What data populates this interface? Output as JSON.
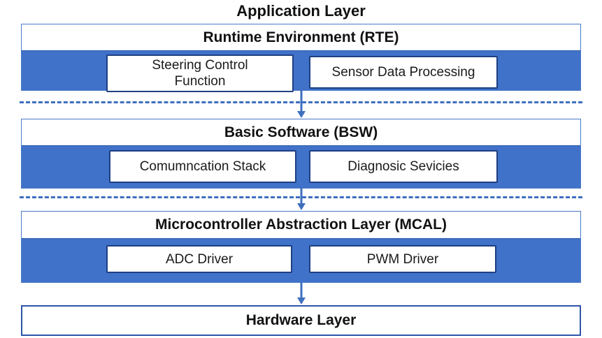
{
  "title": "Application Layer",
  "colors": {
    "band": "#3f72c8",
    "border": "#4a79c9",
    "component_border": "#1f3f82",
    "arrow": "#3f6fbf"
  },
  "layers": [
    {
      "name": "Runtime Environment (RTE)",
      "components": [
        "Steering Control Function",
        "Sensor Data Processing"
      ]
    },
    {
      "name": "Basic Software (BSW)",
      "components": [
        "Comumncation Stack",
        "Diagnosic Sevicies"
      ]
    },
    {
      "name": "Microcontroller Abstraction Layer (MCAL)",
      "components": [
        "ADC Driver",
        "PWM Driver"
      ]
    }
  ],
  "hardware": "Hardware Layer",
  "icons": {
    "flow_arrow": "arrow-down-icon",
    "separator": "dashed-line"
  }
}
